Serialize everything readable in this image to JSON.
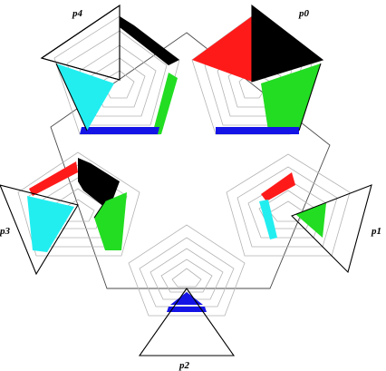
{
  "colors": {
    "red": "#ff1a1a",
    "black": "#000000",
    "green": "#22dd22",
    "blue": "#1414e6",
    "cyan": "#22eef0",
    "grid": "#b4b4b4",
    "outline": "#000000"
  },
  "nodes": [
    {
      "label": "p4"
    },
    {
      "label": "p0"
    },
    {
      "label": "p3"
    },
    {
      "label": "p1"
    },
    {
      "label": "p2"
    }
  ]
}
